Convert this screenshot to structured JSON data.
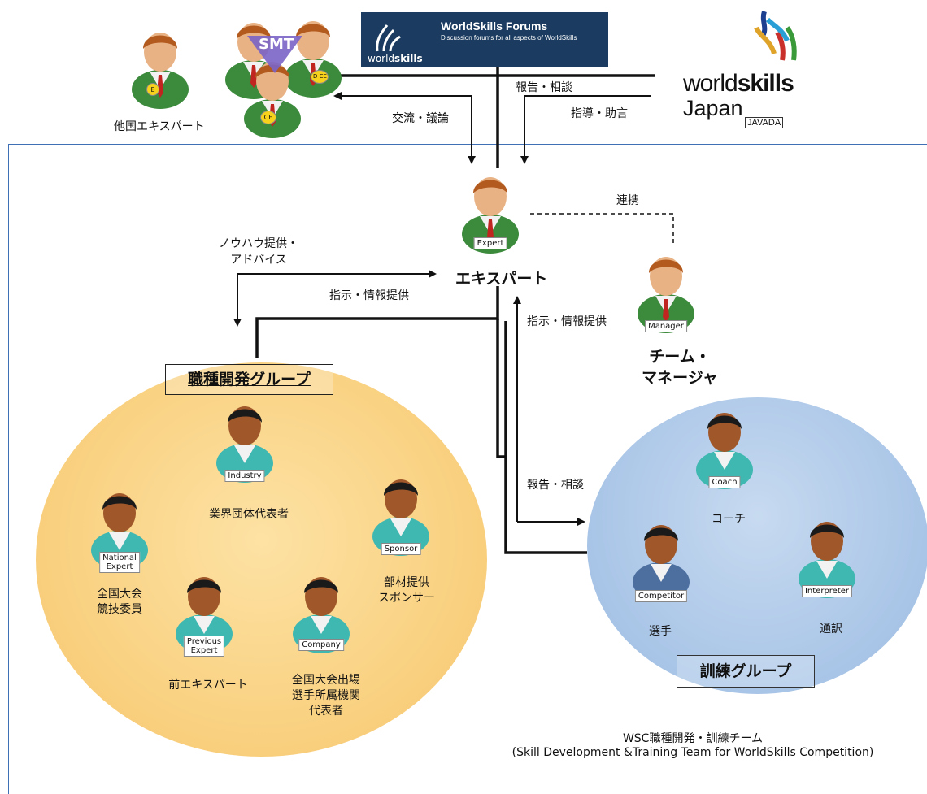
{
  "forum": {
    "title": "WorldSkills Forums",
    "subtitle": "Discussion forums for all aspects of WorldSkills",
    "brand_light": "world",
    "brand_bold": "skills"
  },
  "logo": {
    "line1_light": "world",
    "line1_bold": "skills",
    "line2": "Japan",
    "tag": "JAVADA"
  },
  "foreign": {
    "label": "他国エキスパート",
    "smt": "SMT",
    "badges": [
      "E",
      "D CE",
      "CE"
    ]
  },
  "arrows": {
    "exchange": "交流・議論",
    "report_top": "報告・相談",
    "guidance": "指導・助言",
    "cooperation": "連携",
    "knowhow": "ノウハウ提供・\nアドバイス",
    "instruct_left": "指示・情報提供",
    "instruct_right": "指示・情報提供",
    "report_bottom": "報告・相談"
  },
  "expert": {
    "badge": "Expert",
    "label": "エキスパート"
  },
  "manager": {
    "badge": "Manager",
    "label": "チーム・\nマネージャ"
  },
  "dev_group": {
    "title": "職種開発グループ",
    "members": [
      {
        "badge": "Industry",
        "label": "業界団体代表者"
      },
      {
        "badge": "National\nExpert",
        "label": "全国大会\n競技委員"
      },
      {
        "badge": "Sponsor",
        "label": "部材提供\nスポンサー"
      },
      {
        "badge": "Previous\nExpert",
        "label": "前エキスパート"
      },
      {
        "badge": "Company",
        "label": "全国大会出場\n選手所属機関\n代表者"
      }
    ]
  },
  "train_group": {
    "title": "訓練グループ",
    "members": [
      {
        "badge": "Coach",
        "label": "コーチ"
      },
      {
        "badge": "Competitor",
        "label": "選手"
      },
      {
        "badge": "Interpreter",
        "label": "通訳"
      }
    ]
  },
  "team": {
    "line1": "WSC職種開発・訓練チーム",
    "line2": "(Skill Development &Training Team for WorldSkills Competition)"
  },
  "colors": {
    "frame": "#3f6fb5",
    "dev_circle": "#f9d48a",
    "train_circle": "#9dbde3",
    "forum_bg": "#1b3c60",
    "jacket_green": "#3c8a3c",
    "jacket_teal": "#3fb8b2"
  }
}
